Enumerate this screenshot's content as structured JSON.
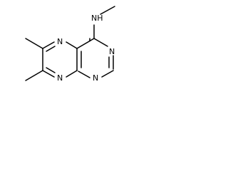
{
  "molecule": {
    "atoms": [
      {
        "id": "n_methyl_nh",
        "label": "N",
        "sub": "H"
      },
      {
        "id": "n5",
        "label": "N"
      },
      {
        "id": "n3",
        "label": "N"
      },
      {
        "id": "n8",
        "label": "N"
      },
      {
        "id": "n1",
        "label": "N"
      }
    ]
  }
}
